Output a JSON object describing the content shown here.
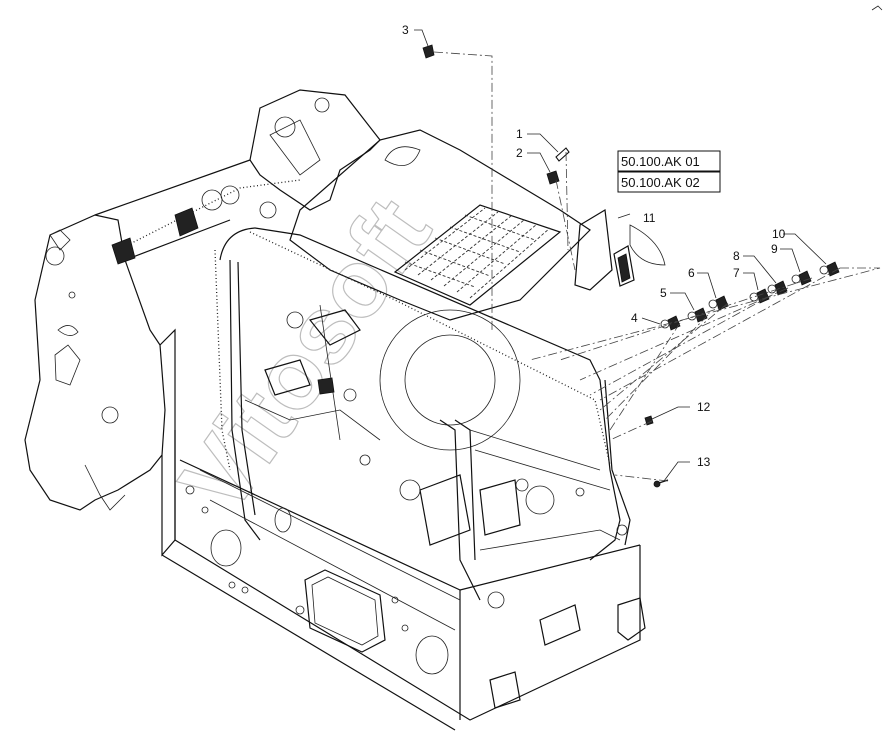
{
  "callouts": [
    "1",
    "2",
    "3",
    "4",
    "5",
    "6",
    "7",
    "8",
    "9",
    "10",
    "11",
    "12",
    "13"
  ],
  "references": [
    "50.100.AK 01",
    "50.100.AK 02"
  ],
  "watermark": "Vitosoft"
}
